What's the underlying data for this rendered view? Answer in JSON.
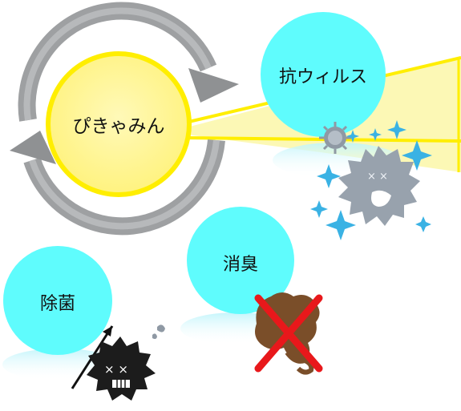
{
  "center": {
    "label": "ぴきゃみん"
  },
  "benefits": [
    {
      "label": "抗ウィルス",
      "illustration": "defeated-virus-icon"
    },
    {
      "label": "消臭",
      "illustration": "crossed-out-odor-icon"
    },
    {
      "label": "除菌",
      "illustration": "speared-germ-icon"
    }
  ],
  "colors": {
    "core_fill": "#fff59a",
    "core_ring": "#ffee00",
    "bubble": "#5ffcfd",
    "beam": "#fbf7a8",
    "beam_edge": "#ffee00",
    "cycle_arrow": "#9ea0a2",
    "odor": "#7a4e29",
    "cross": "#e8181b",
    "germ": "#1c1c1c",
    "virus": "#98a2ad",
    "sparkle": "#3ab2e4"
  }
}
